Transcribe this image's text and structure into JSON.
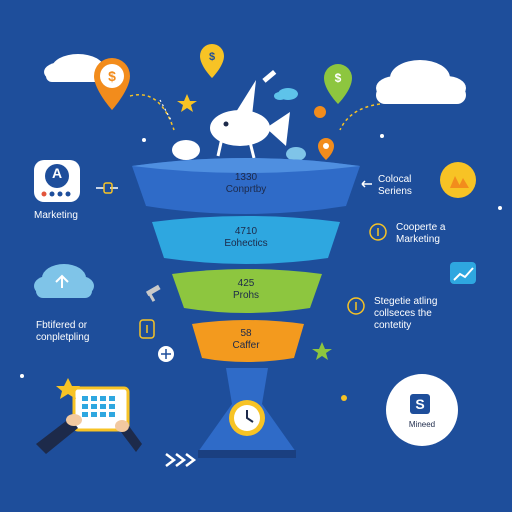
{
  "funnel": {
    "tier1": {
      "number": "1330",
      "label": "Conprtby"
    },
    "tier2": {
      "number": "4710",
      "label": "Eohectics"
    },
    "tier3": {
      "number": "425",
      "label": "Prohs"
    },
    "tier4": {
      "number": "58",
      "label": "Caffer"
    }
  },
  "left": {
    "marketing_badge_letter": "A",
    "marketing_label": "Marketing",
    "feature_line1": "Fbtifered or",
    "feature_line2": "conpletpling"
  },
  "right": {
    "top_line1": "Colocal",
    "top_line2": "Seriens",
    "mid_line1": "Cooperte a",
    "mid_line2": "Marketing",
    "low_line1": "Stegetie atling",
    "low_line2": "collseces the",
    "low_line3": "contetity",
    "badge_letter": "S",
    "badge_label": "Mineed"
  },
  "icons": {
    "coin_symbol": "$"
  },
  "colors": {
    "background": "#1e4e9b",
    "tier1": "#2f6bc8",
    "tier2": "#2ea7e0",
    "tier3": "#8dc63f",
    "tier4": "#f39a1e",
    "accent_yellow": "#f7c325",
    "accent_orange": "#f28c1c"
  }
}
